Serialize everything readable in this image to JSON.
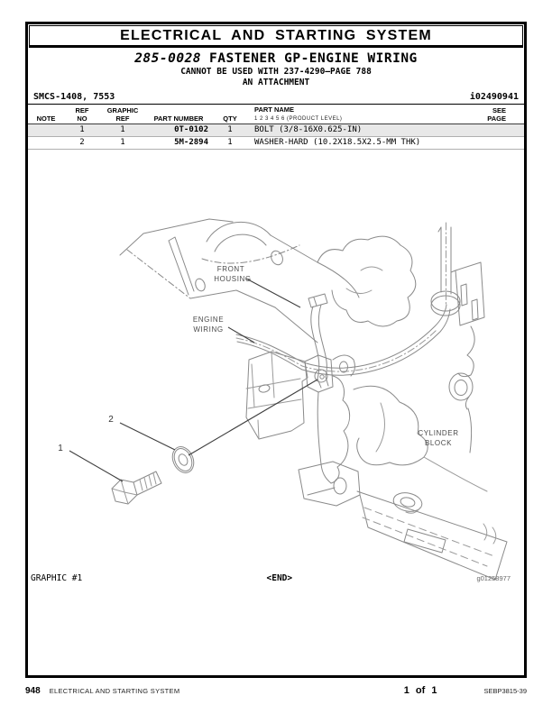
{
  "header": {
    "system_title": "ELECTRICAL AND STARTING SYSTEM",
    "part_group_number": "285-0028",
    "part_group_title": "FASTENER GP-ENGINE WIRING",
    "restriction_note": "CANNOT BE USED WITH 237-4290—PAGE 788",
    "attachment_note": "AN ATTACHMENT",
    "smcs_code": "SMCS-1408, 7553",
    "document_id": "i02490941"
  },
  "parts_table": {
    "columns": {
      "note": "NOTE",
      "ref_no_1": "REF",
      "ref_no_2": "NO",
      "graphic_ref_1": "GRAPHIC",
      "graphic_ref_2": "REF",
      "part_number": "PART NUMBER",
      "qty": "QTY",
      "part_name": "PART NAME",
      "product_level": "1  2  3  4  5  6  (PRODUCT LEVEL)",
      "see_page_1": "SEE",
      "see_page_2": "PAGE"
    },
    "rows": [
      {
        "note": "",
        "ref_no": "1",
        "graphic_ref": "1",
        "part_number": "0T-0102",
        "qty": "1",
        "part_name": "BOLT (3/8-16X0.625-IN)",
        "see_page": ""
      },
      {
        "note": "",
        "ref_no": "2",
        "graphic_ref": "1",
        "part_number": "5M-2894",
        "qty": "1",
        "part_name": "WASHER-HARD (10.2X18.5X2.5-MM THK)",
        "see_page": ""
      }
    ]
  },
  "diagram": {
    "labels": {
      "front_housing_1": "FRONT",
      "front_housing_2": "HOUSING",
      "engine_wiring_1": "ENGINE",
      "engine_wiring_2": "WIRING",
      "cylinder_block_1": "CYLINDER",
      "cylinder_block_2": "BLOCK",
      "callout_1": "1",
      "callout_2": "2"
    },
    "caption": "GRAPHIC #1",
    "end_marker": "<END>",
    "graphic_id": "g01258977"
  },
  "footer": {
    "page_number": "948",
    "section_title": "ELECTRICAL AND STARTING SYSTEM",
    "page_count": "1 of 1",
    "document_code": "SEBP3815-39"
  }
}
